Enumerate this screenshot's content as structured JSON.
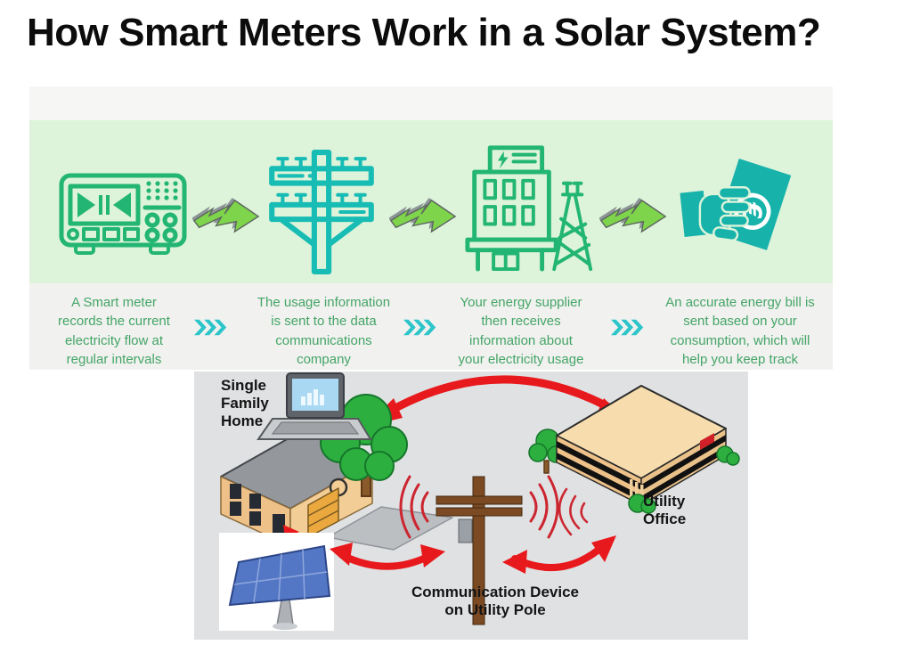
{
  "title": "How Smart Meters Work in a Solar System?",
  "infographic": {
    "steps": [
      {
        "icon": "smart-meter-icon",
        "caption": "A Smart meter\nrecords the current\nelectricity flow at\nregular intervals"
      },
      {
        "icon": "power-pole-icon",
        "caption": "The usage information\nis sent to the data\ncommunications\ncompany"
      },
      {
        "icon": "energy-supplier-icon",
        "caption": "Your energy supplier\nthen receives\ninformation about\nyour electricity usage"
      },
      {
        "icon": "bill-in-hand-icon",
        "caption": "An accurate energy bill is\nsent based on your\nconsumption, which will\nhelp you keep track"
      }
    ],
    "connector_icon": "lightning-arrow-icon",
    "caption_separator_icon": "triple-chevron-icon"
  },
  "diagram": {
    "labels": {
      "home": "Single\nFamily\nHome",
      "comm_device": "Communication Device\non Utility Pole",
      "utility_office": "Utility\nOffice"
    },
    "elements": [
      "single-family-home",
      "laptop",
      "tree",
      "solar-panel",
      "utility-pole-with-communication-device",
      "utility-office",
      "wireless-signals",
      "red-link-arrows"
    ]
  },
  "colors": {
    "banner_bg": "#ddf3da",
    "caption_strip_bg": "#f1f1ef",
    "icon_green": "#22b573",
    "icon_teal": "#17b9b0",
    "caption_text_green": "#44a567",
    "chevron_teal": "#2cc5c9",
    "lightning_green": "#7ed44b",
    "diagram_bg": "#e0e1e3",
    "arrow_red": "#e8191c",
    "house_tan": "#eec189",
    "roof_gray": "#94989d",
    "pole_brown": "#7b4a22"
  }
}
